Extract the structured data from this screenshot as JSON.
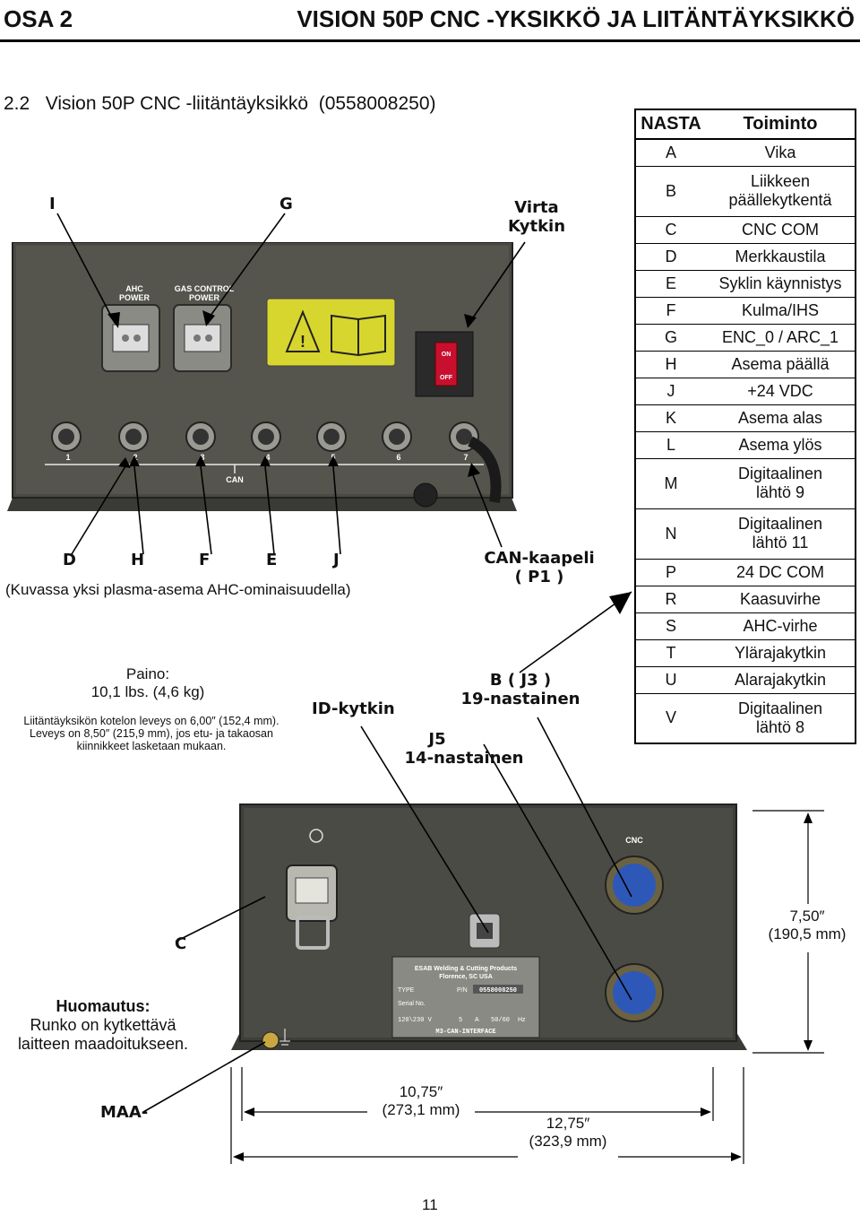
{
  "header": {
    "left": "OSA 2",
    "right": "VISION 50P CNC -YKSIKKÖ JA LIITÄNTÄYKSIKKÖ"
  },
  "section_title": "2.2   Vision 50P CNC -liitäntäyksikkö  (0558008250)",
  "callouts": {
    "i": "I",
    "g": "G",
    "virta_line1": "Virta",
    "virta_line2": "Kytkin",
    "d": "D",
    "h": "H",
    "f": "F",
    "e": "E",
    "j": "J",
    "can_line1": "CAN-kaapeli",
    "can_line2": "( P1 )",
    "b_line1": "B  ( J3 )",
    "b_line2": "19-nastainen",
    "j5_line1": "J5",
    "j5_line2": "14-nastainen",
    "id": "ID-kytkin",
    "c": "C",
    "maa": "MAA-"
  },
  "caption": "(Kuvassa yksi plasma-asema AHC-ominaisuudella)",
  "weight": {
    "line1": "Paino:",
    "line2": "10,1 lbs. (4,6 kg)"
  },
  "width_note": {
    "line1": "Liitäntäyksikön kotelon leveys on 6,00″ (152,4 mm).",
    "line2": "Leveys on 8,50″ (215,9 mm), jos etu- ja takaosan",
    "line3": "kiinnikkeet lasketaan mukaan."
  },
  "huomautus": {
    "title": "Huomautus:",
    "line1": "Runko on kytkettävä",
    "line2": "laitteen maadoitukseen."
  },
  "dimensions": {
    "height_line1": "7,50″",
    "height_line2": "(190,5 mm)",
    "inner_line1": "10,75″",
    "inner_line2": "(273,1 mm)",
    "outer_line1": "12,75″",
    "outer_line2": "(323,9 mm)"
  },
  "panel_front": {
    "ahc_power": "AHC\nPOWER",
    "gas_control_power": "GAS CONTROL\nPOWER",
    "switch_on": "ON",
    "switch_off": "OFF",
    "port_numbers": [
      "1",
      "2",
      "3",
      "4",
      "5",
      "6",
      "7"
    ],
    "can_label": "CAN"
  },
  "panel_back": {
    "cnc_label": "CNC",
    "plate_line1": "ESAB Welding & Cutting Products",
    "plate_line2": "Florence, SC USA",
    "plate_type": "TYPE",
    "plate_pn_label": "P/N",
    "plate_pn": "0558008250",
    "plate_serial": "Serial No.",
    "plate_voltage": "120\\230 V",
    "plate_amps": "5",
    "plate_amps_unit": "A",
    "plate_hz": "50/60",
    "plate_hz_unit": "Hz",
    "plate_model": "M3-CAN-INTERFACE"
  },
  "pin_table": {
    "headers": [
      "NASTA",
      "Toiminto"
    ],
    "rows": [
      {
        "pin": "A",
        "l1": "Vika",
        "l2": ""
      },
      {
        "pin": "B",
        "l1": "Liikkeen",
        "l2": "päällekytkentä"
      },
      {
        "pin": "C",
        "l1": "CNC COM",
        "l2": ""
      },
      {
        "pin": "D",
        "l1": "Merkkaustila",
        "l2": ""
      },
      {
        "pin": "E",
        "l1": "Syklin käynnistys",
        "l2": ""
      },
      {
        "pin": "F",
        "l1": "Kulma/IHS",
        "l2": ""
      },
      {
        "pin": "G",
        "l1": "ENC_0 / ARC_1",
        "l2": ""
      },
      {
        "pin": "H",
        "l1": "Asema päällä",
        "l2": ""
      },
      {
        "pin": "J",
        "l1": "+24 VDC",
        "l2": ""
      },
      {
        "pin": "K",
        "l1": "Asema alas",
        "l2": ""
      },
      {
        "pin": "L",
        "l1": "Asema ylös",
        "l2": ""
      },
      {
        "pin": "M",
        "l1": "Digitaalinen",
        "l2": "lähtö 9"
      },
      {
        "pin": "N",
        "l1": "Digitaalinen",
        "l2": "lähtö 11"
      },
      {
        "pin": "P",
        "l1": "24 DC COM",
        "l2": ""
      },
      {
        "pin": "R",
        "l1": "Kaasuvirhe",
        "l2": ""
      },
      {
        "pin": "S",
        "l1": "AHC-virhe",
        "l2": ""
      },
      {
        "pin": "T",
        "l1": "Ylärajakytkin",
        "l2": ""
      },
      {
        "pin": "U",
        "l1": "Alarajakytkin",
        "l2": ""
      },
      {
        "pin": "V",
        "l1": "Digitaalinen",
        "l2": "lähtö 8"
      }
    ]
  },
  "page_number": "11"
}
